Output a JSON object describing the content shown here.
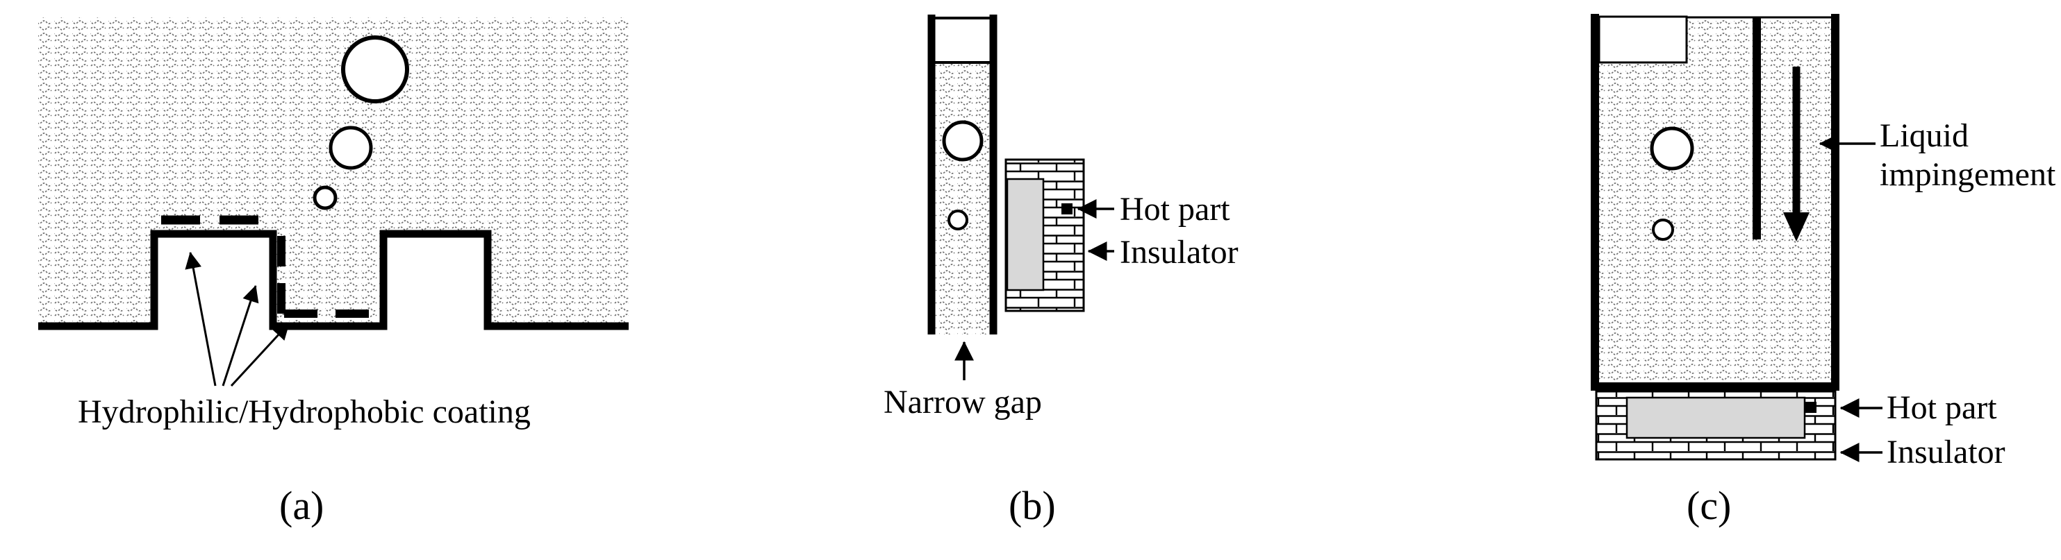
{
  "figure": {
    "panel_a": {
      "caption": "(a)",
      "coating_label": "Hydrophilic/Hydrophobic coating"
    },
    "panel_b": {
      "caption": "(b)",
      "hot_part_label": "Hot part",
      "insulator_label": "Insulator",
      "narrow_gap_label": "Narrow gap"
    },
    "panel_c": {
      "caption": "(c)",
      "hot_part_label": "Hot part",
      "insulator_label": "Insulator",
      "impingement_label": "Liquid impingement"
    },
    "colors": {
      "line": "#000000",
      "hot_part_fill": "#d8d8d8",
      "background": "#ffffff"
    }
  }
}
